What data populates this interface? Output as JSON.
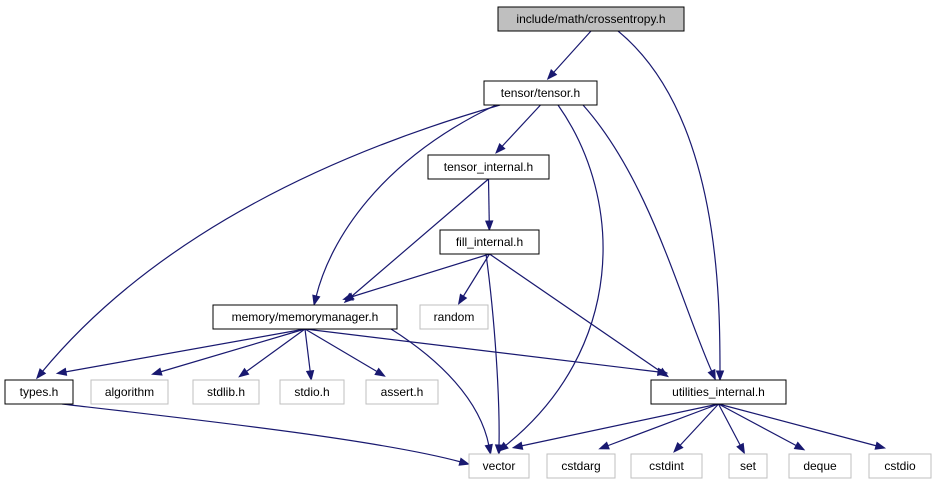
{
  "nodes": {
    "crossentropy": {
      "label": "include/math/crossentropy.h",
      "style": "root"
    },
    "tensor": {
      "label": "tensor/tensor.h",
      "style": "normal"
    },
    "tensor_internal": {
      "label": "tensor_internal.h",
      "style": "normal"
    },
    "fill_internal": {
      "label": "fill_internal.h",
      "style": "normal"
    },
    "memorymanager": {
      "label": "memory/memorymanager.h",
      "style": "normal"
    },
    "random": {
      "label": "random",
      "style": "system"
    },
    "types": {
      "label": "types.h",
      "style": "normal"
    },
    "algorithm": {
      "label": "algorithm",
      "style": "system"
    },
    "stdlib": {
      "label": "stdlib.h",
      "style": "system"
    },
    "stdio": {
      "label": "stdio.h",
      "style": "system"
    },
    "assert": {
      "label": "assert.h",
      "style": "system"
    },
    "utilities": {
      "label": "utilities_internal.h",
      "style": "normal"
    },
    "vector": {
      "label": "vector",
      "style": "system"
    },
    "cstdarg": {
      "label": "cstdarg",
      "style": "system"
    },
    "cstdint": {
      "label": "cstdint",
      "style": "system"
    },
    "set": {
      "label": "set",
      "style": "system"
    },
    "deque": {
      "label": "deque",
      "style": "system"
    },
    "cstdio": {
      "label": "cstdio",
      "style": "system"
    }
  },
  "edges": [
    [
      "crossentropy",
      "tensor"
    ],
    [
      "crossentropy",
      "utilities"
    ],
    [
      "tensor",
      "tensor_internal"
    ],
    [
      "tensor",
      "memorymanager"
    ],
    [
      "tensor",
      "types"
    ],
    [
      "tensor",
      "vector"
    ],
    [
      "tensor",
      "utilities"
    ],
    [
      "tensor_internal",
      "fill_internal"
    ],
    [
      "tensor_internal",
      "memorymanager"
    ],
    [
      "fill_internal",
      "memorymanager"
    ],
    [
      "fill_internal",
      "random"
    ],
    [
      "fill_internal",
      "vector"
    ],
    [
      "fill_internal",
      "utilities"
    ],
    [
      "memorymanager",
      "types"
    ],
    [
      "memorymanager",
      "algorithm"
    ],
    [
      "memorymanager",
      "stdlib"
    ],
    [
      "memorymanager",
      "stdio"
    ],
    [
      "memorymanager",
      "assert"
    ],
    [
      "memorymanager",
      "vector"
    ],
    [
      "memorymanager",
      "utilities"
    ],
    [
      "types",
      "vector"
    ],
    [
      "utilities",
      "vector"
    ],
    [
      "utilities",
      "cstdarg"
    ],
    [
      "utilities",
      "cstdint"
    ],
    [
      "utilities",
      "set"
    ],
    [
      "utilities",
      "deque"
    ],
    [
      "utilities",
      "cstdio"
    ]
  ],
  "colors": {
    "edge": "#191970",
    "root_fill": "#bfbfbf",
    "system_border": "#bfbfbf",
    "node_border": "#000000"
  }
}
